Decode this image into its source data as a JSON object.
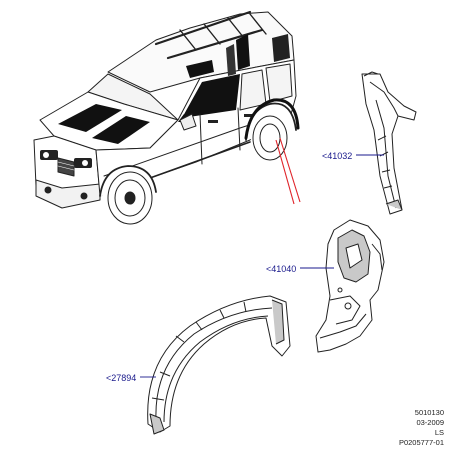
{
  "callouts": [
    {
      "ref": "<41032"
    },
    {
      "ref": "<41040"
    },
    {
      "ref": "<27894"
    }
  ],
  "meta": {
    "line1": "5010130",
    "line2": "03-2009",
    "line3": "LS",
    "line4": "P0205777-01"
  },
  "colors": {
    "line": "#222222",
    "callout_text": "#1a1a8c",
    "leader": "#1a1a8c",
    "highlight": "#e0242a",
    "shade": "#c9c9c9"
  }
}
